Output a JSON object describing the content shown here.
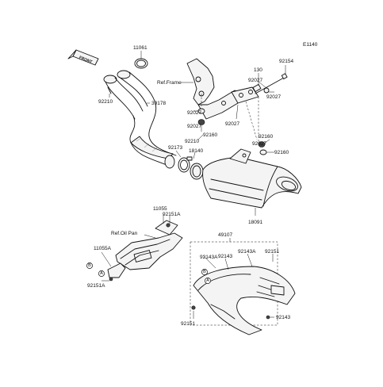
{
  "diagram": {
    "code": "E1140",
    "front_label": "FRONT",
    "parts": {
      "p11061": "11061",
      "p92154": "92154",
      "p130": "130",
      "p92027_a": "92027",
      "p92027_b": "92027",
      "p92027_c": "92027",
      "p92027_d": "92027",
      "p92027_e": "92027",
      "ref_frame": "Ref.Frame",
      "p92210_a": "92210",
      "p39178": "39178",
      "p92160_a": "92160",
      "p92160_b": "92160",
      "p92160_c": "92160",
      "p92210_b": "92210",
      "p92173": "92173",
      "p18140": "18140",
      "p18091": "18091",
      "p11055": "11055",
      "p92151A_a": "92151A",
      "ref_oil_pan": "Ref.Oil Pan",
      "p11055A": "11055A",
      "p92151A_b": "92151A",
      "p49107": "49107",
      "p92143A_a": "92143A",
      "p92143_a": "92143",
      "p92143A_b": "92143A",
      "p92151_a": "92151",
      "p92151_b": "92151",
      "p92143_b": "92143"
    },
    "callouts": {
      "A": "A",
      "B": "B"
    }
  }
}
